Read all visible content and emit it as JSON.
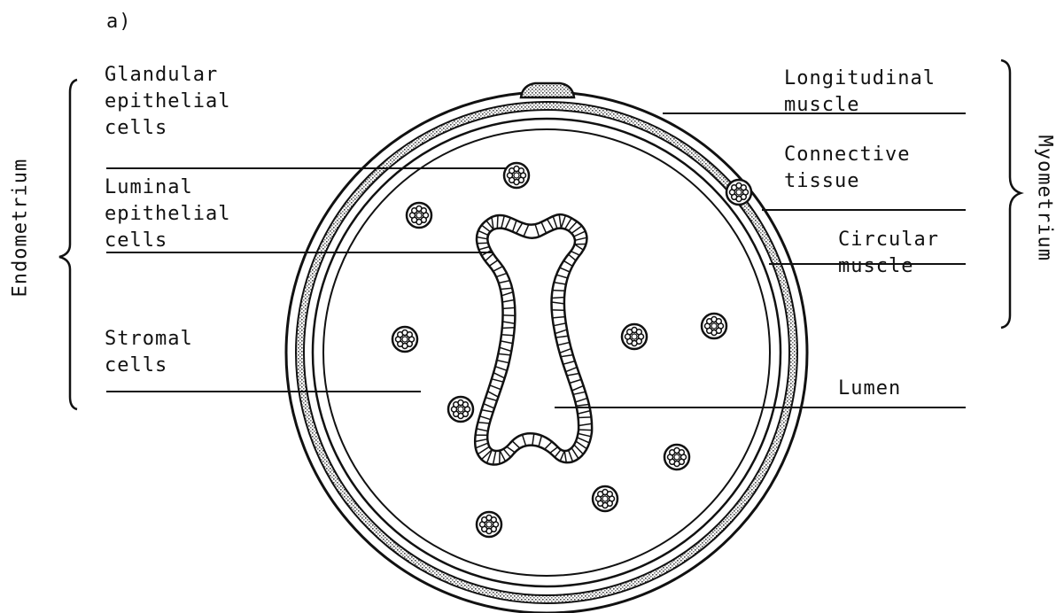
{
  "panel_label": "a)",
  "labels": {
    "glandular": [
      "Glandular",
      "epithelial",
      "cells"
    ],
    "luminal": [
      "Luminal",
      "epithelial",
      "cells"
    ],
    "stromal": [
      "Stromal",
      "cells"
    ],
    "longitudinal": [
      "Longitudinal",
      "muscle"
    ],
    "connective": [
      "Connective",
      "tissue"
    ],
    "circular": [
      "Circular",
      "muscle"
    ],
    "lumen": [
      "Lumen"
    ]
  },
  "groups": {
    "endometrium": "Endometrium",
    "myometrium": "Myometrium"
  },
  "colors": {
    "ink": "#111111",
    "stipple": "#9a9a9a",
    "background": "#ffffff"
  }
}
